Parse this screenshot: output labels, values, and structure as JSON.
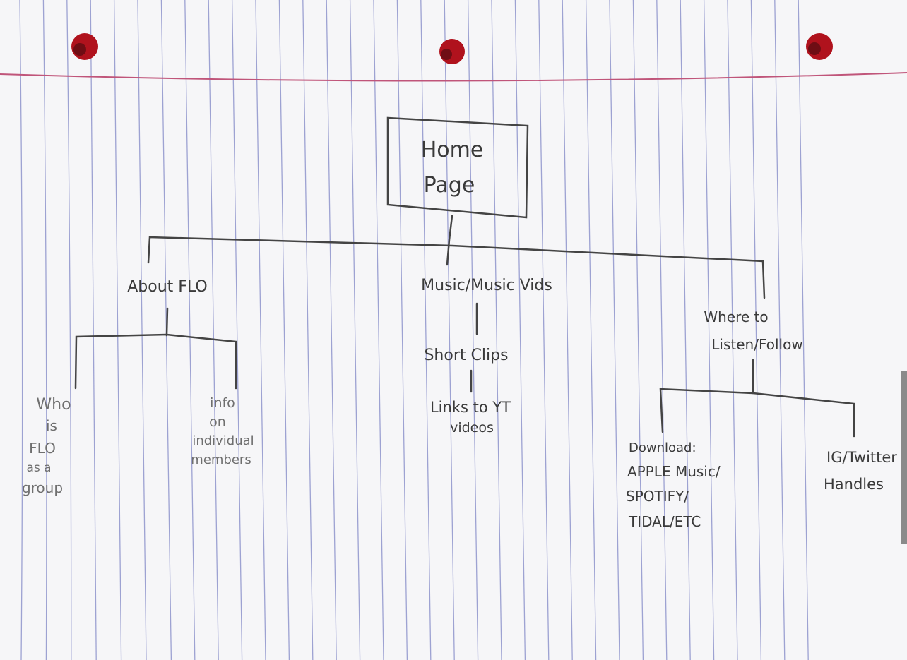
{
  "diagram": {
    "root": {
      "line1": "Home",
      "line2": "Page"
    },
    "about": {
      "label": "About FLO",
      "children": {
        "group": [
          "Who",
          "is",
          "FLO",
          "as a",
          "group"
        ],
        "members": [
          "info",
          "on",
          "individual",
          "members"
        ]
      }
    },
    "music": {
      "label": "Music/Music Vids",
      "clips": "Short Clips",
      "links": [
        "Links to YT",
        "videos"
      ]
    },
    "listen": {
      "label": [
        "Where to",
        "Listen/Follow"
      ],
      "download": [
        "Download:",
        "APPLE Music/",
        "SPOTIFY/",
        "TIDAL/ETC"
      ],
      "social": [
        "IG/Twitter",
        "Handles"
      ]
    }
  },
  "paper": {
    "background": "#f6f6f8",
    "rule_color": "#7f86c6",
    "margin_color": "#c0557a",
    "hole_color": "#b0121d",
    "ink_color": "#3a3a3a"
  }
}
